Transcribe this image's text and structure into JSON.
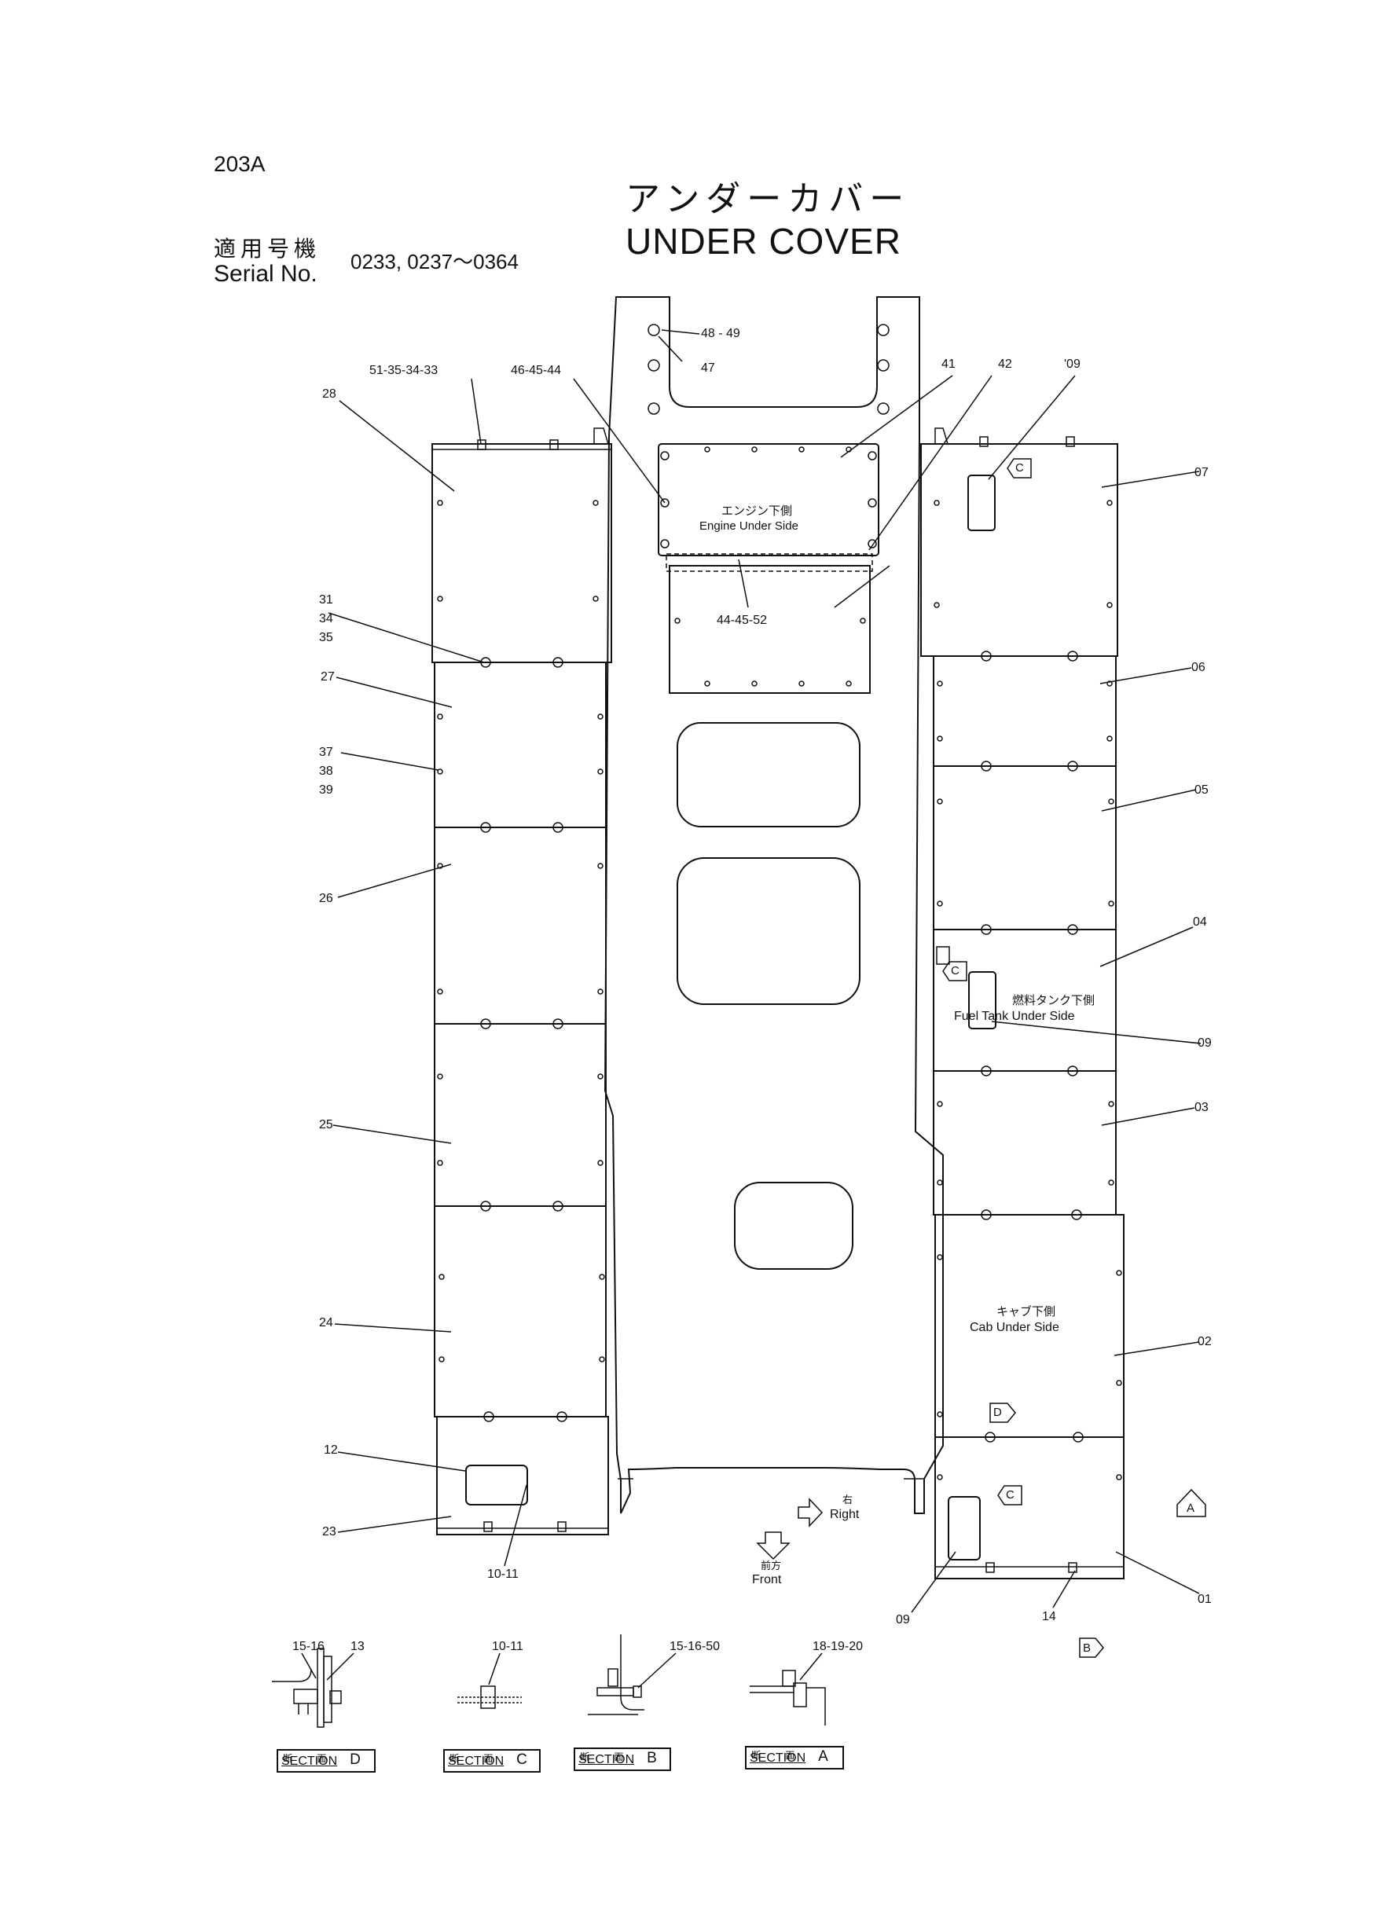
{
  "page_code": "203A",
  "title_jp": "アンダーカバー",
  "title_en": "UNDER COVER",
  "serial_label_jp": "適用号機",
  "serial_label_en": "Serial No.",
  "serial_value": "0233, 0237～0364",
  "area_labels": {
    "engine_jp": "エンジン下側",
    "engine_en": "Engine Under Side",
    "fuel_jp": "燃料タンク下側",
    "fuel_en": "Fuel Tank Under Side",
    "cab_jp": "キャブ下側",
    "cab_en": "Cab Under Side"
  },
  "direction": {
    "right_jp": "右",
    "right_en": "Right",
    "front_jp": "前方",
    "front_en": "Front"
  },
  "callouts": {
    "c48_49": "48 - 49",
    "c47": "47",
    "c41": "41",
    "c42": "42",
    "c09_top": "'09",
    "c51": "51-35-34-33",
    "c46": "46-45-44",
    "c28": "28",
    "c07": "07",
    "c31": "31",
    "c34": "34",
    "c35": "35",
    "c44_45_52": "44-45-52",
    "c06": "06",
    "c27": "27",
    "c37": "37",
    "c38": "38",
    "c39": "39",
    "c05": "05",
    "c26": "26",
    "c04": "04",
    "c09_mid": "09",
    "c25": "25",
    "c03": "03",
    "c24": "24",
    "c02": "02",
    "c12": "12",
    "c23": "23",
    "c10_11": "10-11",
    "c09_bot": "09",
    "c14": "14",
    "c01": "01"
  },
  "markers": {
    "a": "A",
    "b": "B",
    "c": "C",
    "d": "D"
  },
  "sections": [
    {
      "label_jp": "断 面",
      "label_en": "SECTION",
      "letter": "D",
      "parts": [
        "15-16",
        "13"
      ]
    },
    {
      "label_jp": "断 面",
      "label_en": "SECTION",
      "letter": "C",
      "parts": [
        "10-11"
      ]
    },
    {
      "label_jp": "断 面",
      "label_en": "SECTION",
      "letter": "B",
      "parts": [
        "15-16-50"
      ]
    },
    {
      "label_jp": "断 面",
      "label_en": "SECTION",
      "letter": "A",
      "parts": [
        "18-19-20"
      ]
    }
  ]
}
